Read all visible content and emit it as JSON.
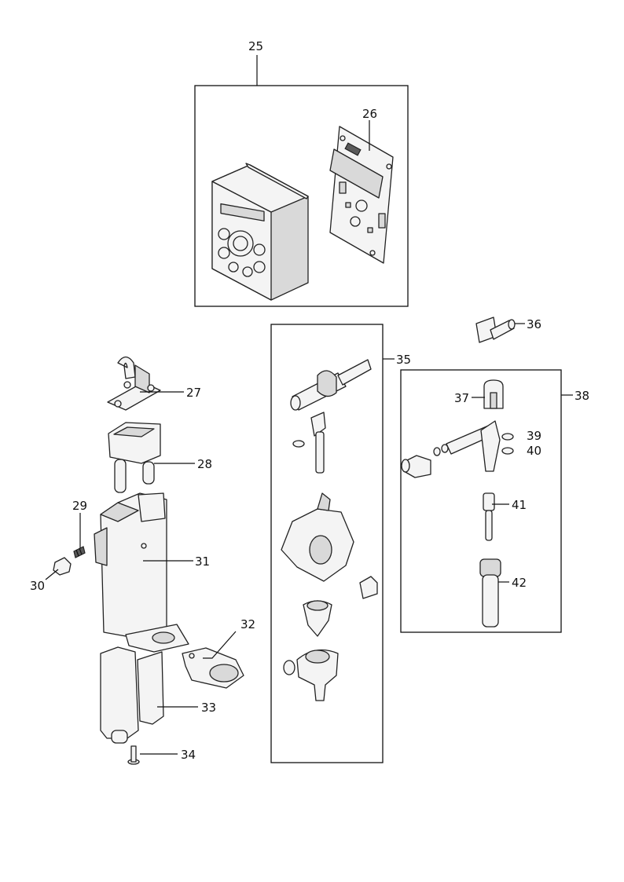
{
  "callouts": {
    "c25": "25",
    "c26": "26",
    "c27": "27",
    "c28": "28",
    "c29": "29",
    "c30": "30",
    "c31": "31",
    "c32": "32",
    "c33": "33",
    "c34": "34",
    "c35": "35",
    "c36": "36",
    "c37": "37",
    "c38": "38",
    "c39": "39",
    "c40": "40",
    "c41": "41",
    "c42": "42"
  }
}
